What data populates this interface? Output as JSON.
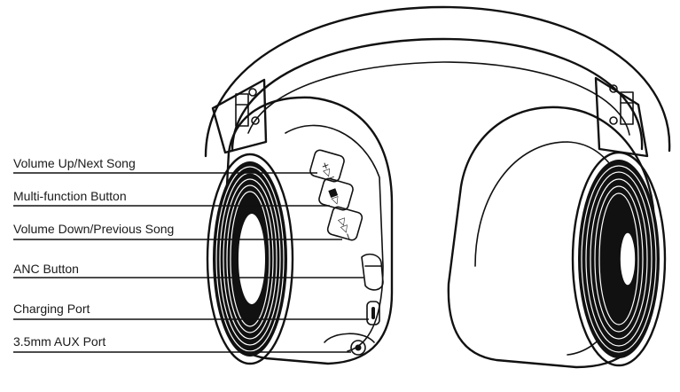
{
  "diagram": {
    "callouts": [
      {
        "id": "volume-up",
        "label": "Volume Up/Next Song"
      },
      {
        "id": "multi-function",
        "label": "Multi-function Button"
      },
      {
        "id": "volume-down",
        "label": "Volume Down/Previous Song"
      },
      {
        "id": "anc",
        "label": "ANC Button"
      },
      {
        "id": "charging",
        "label": "Charging Port"
      },
      {
        "id": "aux",
        "label": "3.5mm AUX Port"
      }
    ]
  }
}
